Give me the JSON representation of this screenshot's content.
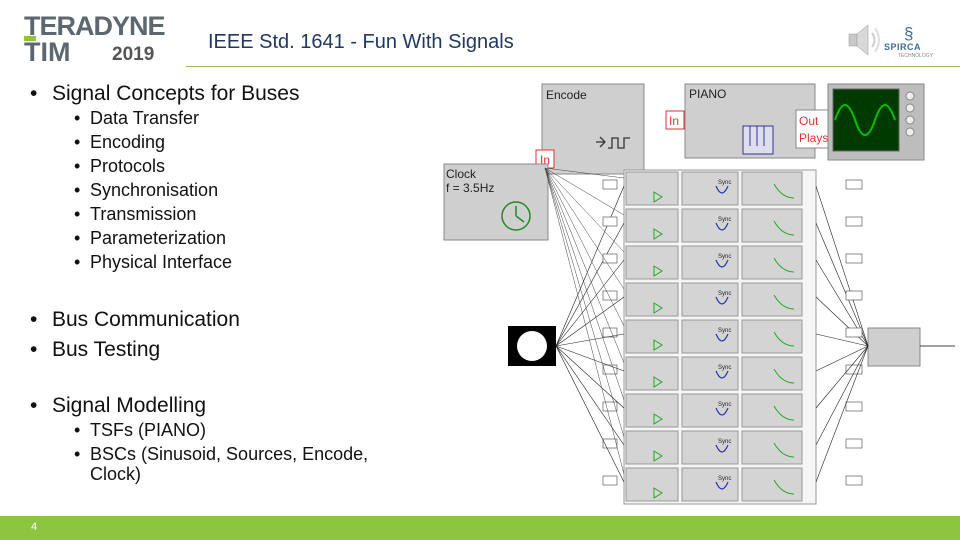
{
  "header": {
    "logo_line1": "TERADYNE",
    "logo_line2": "TIM",
    "logo_year": "2019",
    "title": "IEEE Std. 1641 - Fun With Signals",
    "partner_logo": "SPIRCA",
    "partner_sub": "TECHNOLOGY"
  },
  "content": {
    "sections": [
      {
        "heading": "Signal Concepts for Buses",
        "items": [
          "Data Transfer",
          "Encoding",
          "Protocols",
          "Synchronisation",
          "Transmission",
          "Parameterization",
          "Physical Interface"
        ]
      },
      {
        "heading": "Bus Communication",
        "items": []
      },
      {
        "heading": "Bus Testing",
        "items": []
      },
      {
        "heading": "Signal Modelling",
        "items": [
          "TSFs (PIANO)",
          "BSCs (Sinusoid, Sources, Encode,",
          "Clock)"
        ]
      }
    ]
  },
  "diagram": {
    "encode_label": "Encode",
    "piano_label": "PIANO",
    "in_label": "In",
    "out_label": "Out",
    "plays_label": "Plays",
    "clock_label": "Clock",
    "clock_freq": "f = 3.5Hz",
    "sync_label": "Sync",
    "scope_color": "#00c000",
    "accent_green": "#8cc63f"
  },
  "footer": {
    "page_number": "4"
  },
  "icons": [
    "speaker-icon",
    "clock-icon",
    "oscilloscope-icon",
    "spirca-logo-icon"
  ]
}
